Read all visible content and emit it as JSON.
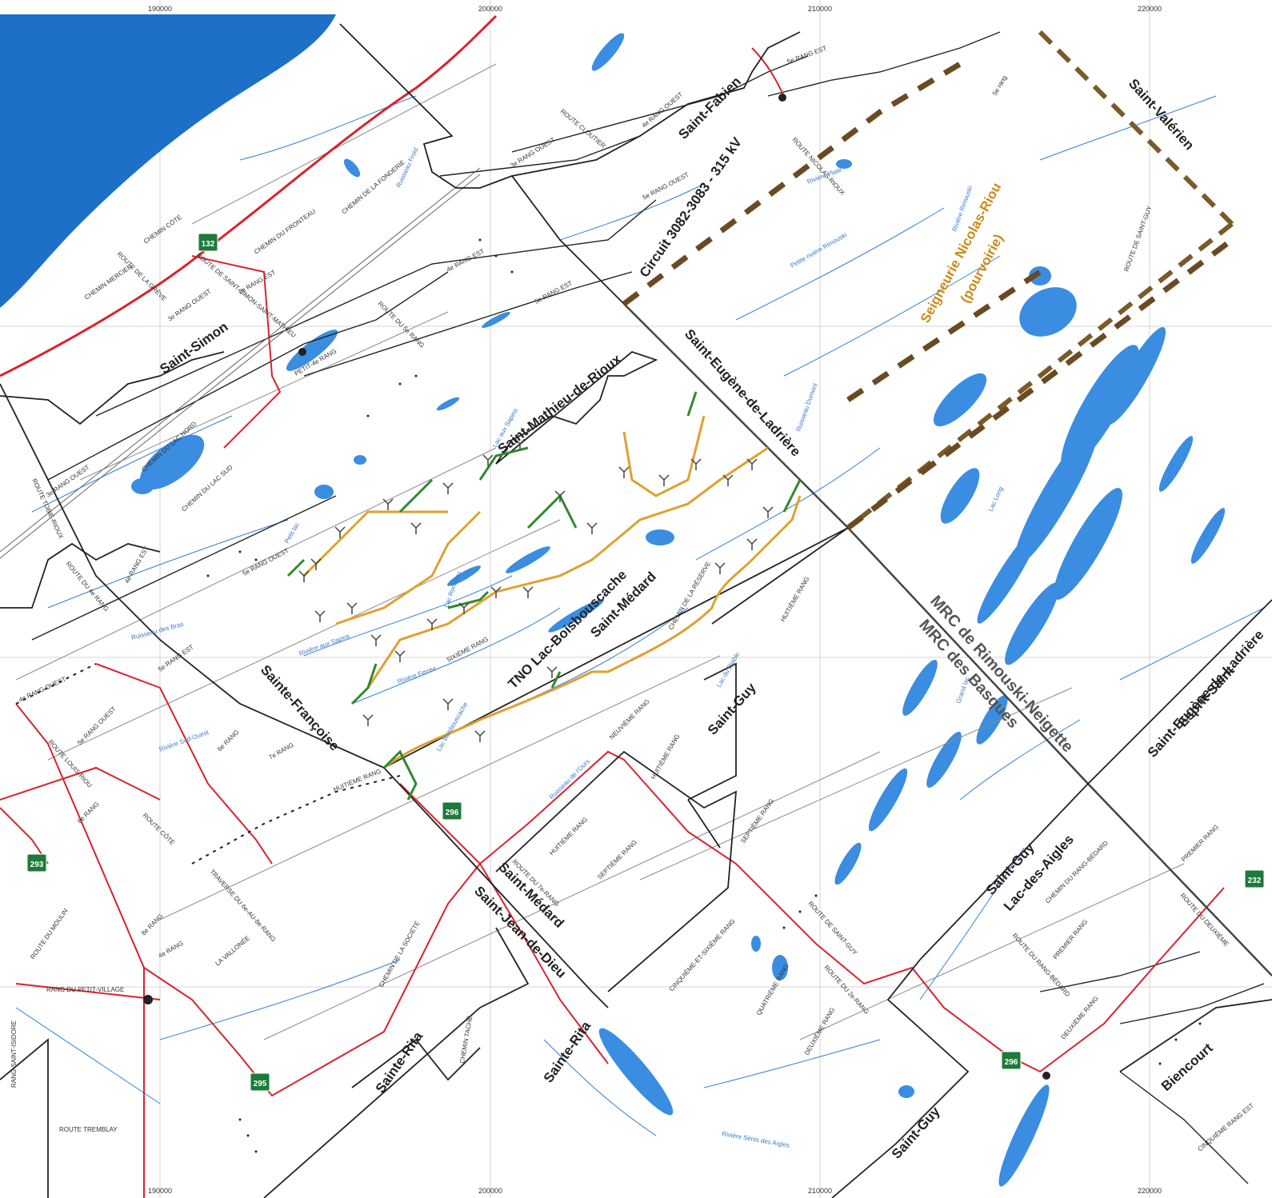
{
  "coords": {
    "x_ticks": [
      "190000",
      "200000",
      "210000",
      "220000"
    ]
  },
  "municipalities": {
    "saint_fabien": "Saint-Fabien",
    "saint_valerien": "Saint-Valérien",
    "saint_simon": "Saint-Simon",
    "saint_mathieu": "Saint-Mathieu-de-Rioux",
    "saint_eugene_1": "Saint-Eugène-de-Ladrière",
    "saint_eugene_2": "Saint-Eugène-de-Ladrière",
    "esprit_saint": "Esprit-Saint",
    "tno": "TNO Lac-Boisbouscache",
    "saint_medard_1": "Saint-Médard",
    "saint_medard_2": "Saint-Médard",
    "saint_jean_de_dieu": "Saint-Jean-de-Dieu",
    "sainte_francoise": "Sainte-Françoise",
    "saint_guy_1": "Saint-Guy",
    "saint_guy_2": "Saint-Guy",
    "saint_guy_3": "Saint-Guy",
    "lac_des_aigles": "Lac-des-Aigles",
    "sainte_rita_1": "Sainte-Rita",
    "sainte_rita_2": "Sainte-Rita",
    "biencourt": "Biencourt",
    "mrc_rimouski": "MRC de Rimouski-Neigette",
    "mrc_basques": "MRC des Basques"
  },
  "features": {
    "seigneurie_1": "Seigneurie Nicolas-Riou",
    "seigneurie_2": "(pourvoirie)",
    "circuit": "Circuit 3082-3083 - 315 kV"
  },
  "shields": {
    "r132": "132",
    "r293": "293",
    "r296a": "296",
    "r296b": "296",
    "r295": "295",
    "r232": "232"
  },
  "roads": {
    "chemin_mercier": "CHEMIN MERCIER",
    "chemin_cote": "CHEMIN CÔTÉ",
    "chemin_fronteau": "CHEMIN DU FRONTEAU",
    "chemin_fonderie": "CHEMIN DE LA FONDERIE",
    "route_greve": "ROUTE DE LA GRÈVE",
    "route_st_simon": "ROUTE DE SAINT-SIMON-SAINT-MATHIEU",
    "rang_3_ouest_a": "3e RANG OUEST",
    "rang_2_est": "2e RANG EST",
    "rang_4_est": "4e RANG EST",
    "rang_5_est_top": "5e RANG EST",
    "route_cloutier": "ROUTE CLOUTIER",
    "rang_4_ouest_top": "4e RANG OUEST",
    "rang_3_ouest_top": "3e RANG OUEST",
    "rang_5_ouest_top": "5e RANG OUEST",
    "route_nicolas_rioux": "ROUTE NICOLAS-RIOUX",
    "route_saint_guy_top": "ROUTE DE SAINT-GUY",
    "route_du_rang": "ROUTE DU 5e RANG",
    "petit_4e_rang": "PETIT-4e RANG",
    "chemin_lac_nord": "CHEMIN DU LAC NORD",
    "chemin_lac_sud": "CHEMIN DU LAC SUD",
    "route_tobie_rioux": "ROUTE TOBIE-RIOUX",
    "rang_3_ouest_b": "3e RANG OUEST",
    "route_du_4e_rang": "ROUTE DU 4e RANG",
    "rang_4_est_b": "4e RANG EST",
    "rang_5_ouest": "5e RANG OUEST",
    "rang_5_est": "5e RANG EST",
    "rang_4_ouest": "4e RANG OUEST",
    "route_louis_riou": "ROUTE LOUIS-RIOU",
    "rang_5_ouest_b": "5e RANG OUEST",
    "rang_6": "6e RANG",
    "rang_7": "7e RANG",
    "rang_6b": "6e RANG",
    "huitieme_rang": "HUITIÈME RANG",
    "route_cote": "ROUTE CÔTÉ",
    "traverse": "TRAVERSE DU 6e-AU-8e-RANG",
    "route_moulin": "ROUTE DU MOULIN",
    "rang_8": "8e RANG",
    "rang_4": "4e RANG",
    "la_vallonee": "LA VALLONÉE",
    "rang_petit_village": "RANG DU PETIT-VILLAGE",
    "rang_saint_isidore": "RANG SAINT-ISIDORE",
    "route_tremblay": "ROUTE TREMBLAY",
    "chemin_societe": "CHEMIN DE LA SOCIÉTÉ",
    "chemin_tache": "CHEMIN TACHÉ",
    "route_7e_rang": "ROUTE DU 7e-RANG",
    "huitieme_rang_b": "HUITIÈME RANG",
    "septieme_rang": "SEPTIÈME RANG",
    "neuvieme_rang": "NEUVIÈME RANG",
    "huitieme_rang_c": "HUITIÈME RANG",
    "septieme_rang_b": "SEPTIÈME RANG",
    "sixieme_rang": "SIXIÈME RANG",
    "route_st_guy_b": "ROUTE DE SAINT-GUY",
    "route_2e_rang": "ROUTE DU 2e-RANG",
    "cinquieme_sixieme": "CINQUIÈME-ET-SIXIÈME RANG",
    "quatrieme_rang": "QUATRIÈME RANG",
    "deuxieme_rang": "DEUXIÈME RANG",
    "huitieme_rang_d": "HUITIÈME RANG",
    "chemin_reserve": "CHEMIN DE LA RÉSERVE",
    "chemin_rang_bedard": "CHEMIN DU RANG-BÉDARD",
    "route_rang_bedard": "ROUTE DU RANG-BÉDARD",
    "premier_rang": "PREMIER RANG",
    "premier_rang_b": "PREMIER RANG",
    "deuxieme_rang_b": "DEUXIÈME RANG",
    "route_du_deuxieme": "ROUTE DU DEUXIÈME",
    "cinquieme_rang_est": "CINQUIÈME RANG EST",
    "rang_5_est_c": "5e RANG EST",
    "rang_5_top": "5e rang"
  },
  "waters": {
    "riviere_aux_sapins": "Rivière aux Sapins",
    "riviere_ferree": "Rivière Ferrée",
    "ruisseau_bras": "Ruisseau des Bras",
    "riviere_sud_ouest": "Rivière Sud-Ouest",
    "riviere_trois_pistoles": "Rivière Sénis des Aigles",
    "ruisseau_froid": "Ruisseau Froid",
    "riviere_rimouski": "Rivière Rimouski",
    "petite_riviere_rimouski": "Petite rivière Rimouski",
    "riviere_plate": "Rivière Plate",
    "lac_boisbouscache": "Lac Boisbouscache",
    "lac_ronceau": "Lac Ronceau",
    "lac_long": "Lac Long",
    "lac_aux_sapins": "Lac aux Sapins",
    "petit_lac": "Petit lac",
    "ruisseau_ours": "Ruisseau de l'Ours",
    "ruisseau_dumont": "Ruisseau Dumont",
    "lac_diable": "Lac du Diable",
    "grand_lac": "Grand lac"
  }
}
